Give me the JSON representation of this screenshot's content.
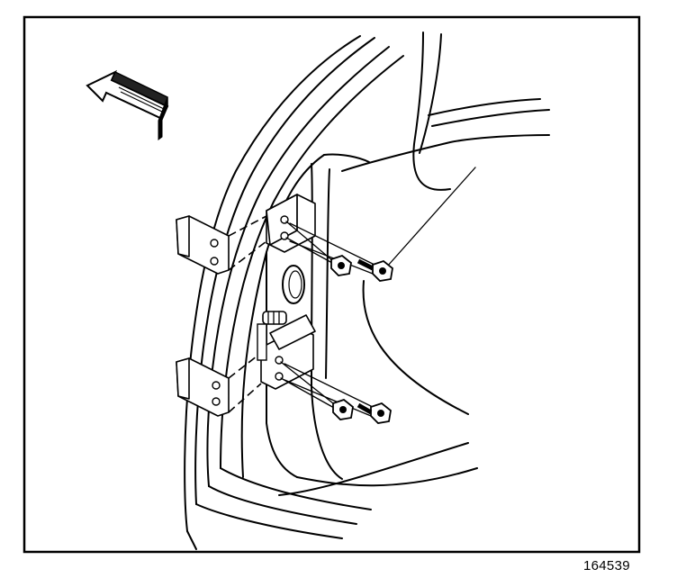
{
  "figure": {
    "number": "164539"
  },
  "icons": {
    "direction_arrow": "arrow-icon",
    "hinge_upper": "upper-hinge",
    "hinge_lower": "lower-hinge",
    "bolt": "bolt-icon"
  }
}
